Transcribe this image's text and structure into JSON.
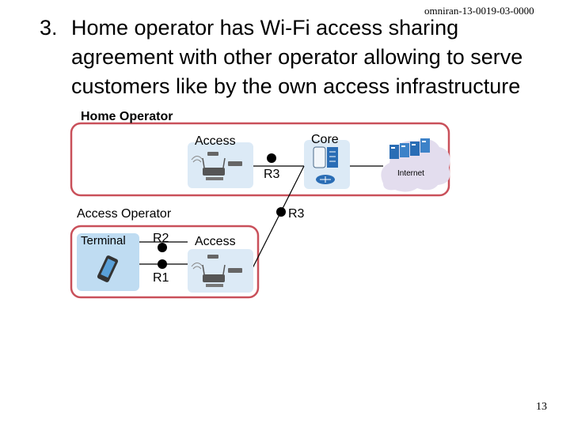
{
  "header": {
    "doc_id": "omniran-13-0019-03-0000"
  },
  "slide": {
    "number": "3.",
    "title": "Home operator has Wi-Fi access sharing agreement with other operator allowing to serve customers like by the own access infrastructure",
    "page": "13"
  },
  "diagram": {
    "home_operator_label": "Home Operator",
    "access_operator_label": "Access Operator",
    "access_top_label": "Access",
    "core_label": "Core",
    "internet_label": "Internet",
    "r3_top_label": "R3",
    "r3_mid_label": "R3",
    "terminal_label": "Terminal",
    "r2_label": "R2",
    "r1_label": "R1",
    "access_bottom_label": "Access"
  },
  "colors": {
    "boundary": "#c9505a",
    "box_fill": "#dceaf6",
    "cloud_fill": "#e3ddee",
    "terminal_fill": "#bfdcf2"
  }
}
